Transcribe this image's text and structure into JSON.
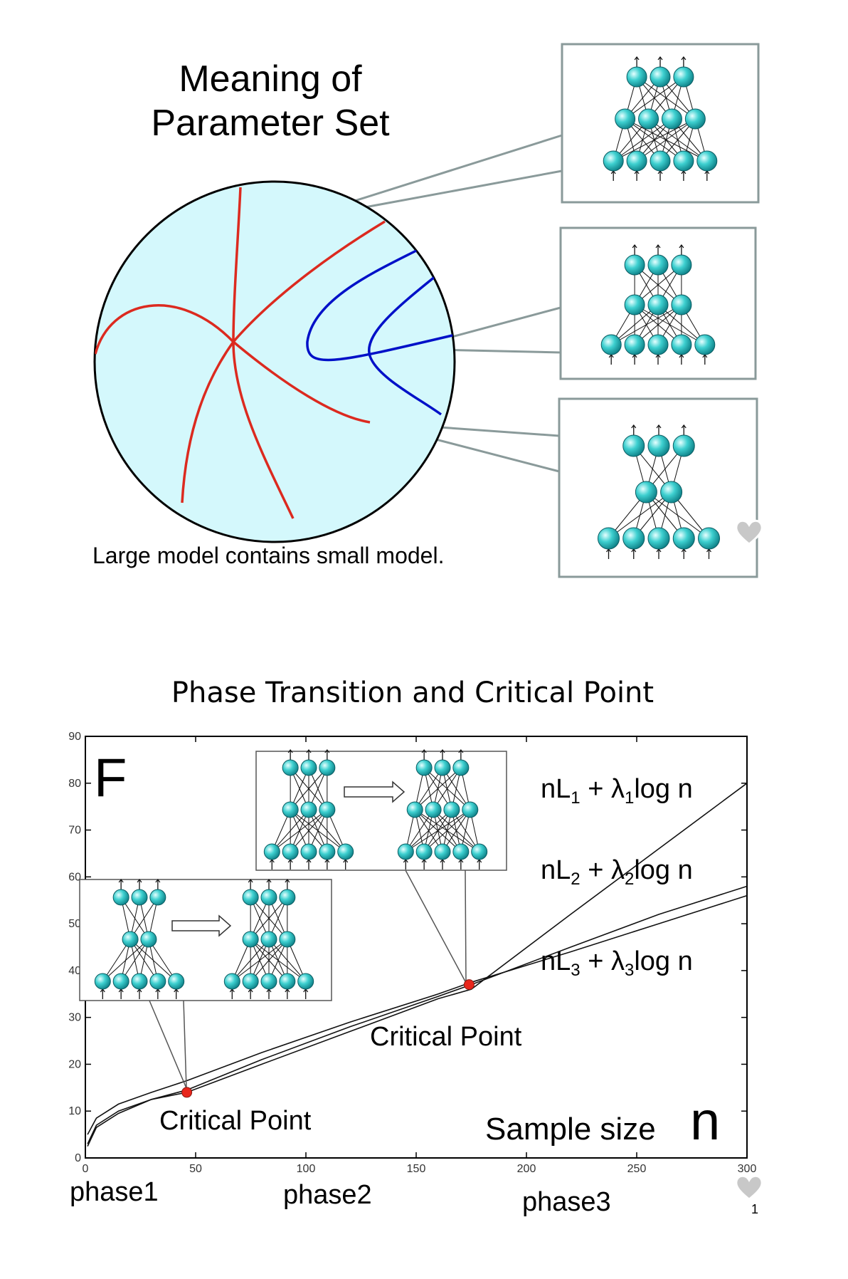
{
  "top_diagram": {
    "title_line1": "Meaning of",
    "title_line2": "Parameter Set",
    "caption": "Large model contains small model.",
    "networks": [
      {
        "inputs": 5,
        "hidden": 4,
        "outputs": 3,
        "hidden_layers": 1
      },
      {
        "inputs": 5,
        "hidden": 3,
        "outputs": 3,
        "hidden_layers": 1
      },
      {
        "inputs": 5,
        "hidden": 2,
        "outputs": 3,
        "hidden_layers": 1
      }
    ]
  },
  "bottom_chart": {
    "title": "Phase Transition and Critical Point",
    "y_axis_label": "F",
    "x_axis_label": "Sample size",
    "x_axis_symbol": "n",
    "x_ticks": [
      "0",
      "50",
      "100",
      "150",
      "200",
      "250",
      "300"
    ],
    "y_ticks": [
      "0",
      "10",
      "20",
      "30",
      "40",
      "50",
      "60",
      "70",
      "80",
      "90"
    ],
    "phases": [
      "phase1",
      "phase2",
      "phase3"
    ],
    "critical_label_1": "Critical  Point",
    "critical_label_2": "Critical  Point",
    "curve_labels": [
      {
        "n": "nL",
        "sub": "1",
        "plus": " + λ",
        "sub2": "1",
        "tail": "log n"
      },
      {
        "n": "nL",
        "sub": "2",
        "plus": " + λ",
        "sub2": "2",
        "tail": "log n"
      },
      {
        "n": "nL",
        "sub": "3",
        "plus": " + λ",
        "sub2": "3",
        "tail": "log n"
      }
    ]
  },
  "chart_data": {
    "type": "line",
    "title": "Phase Transition and Critical Point",
    "xlabel": "Sample size n",
    "ylabel": "F",
    "xlim": [
      0,
      300
    ],
    "ylim": [
      0,
      90
    ],
    "series": [
      {
        "name": "nL1 + λ1log n",
        "x": [
          1,
          5,
          15,
          30,
          46,
          80,
          120,
          160,
          175,
          220,
          260,
          300
        ],
        "y": [
          3,
          7,
          10,
          12.5,
          14,
          20,
          27,
          34,
          36,
          52,
          66,
          80
        ]
      },
      {
        "name": "nL2 + λ2log n",
        "x": [
          1,
          5,
          15,
          30,
          46,
          80,
          120,
          160,
          175,
          220,
          260,
          300
        ],
        "y": [
          2.5,
          6.5,
          9.5,
          12.5,
          14.5,
          21,
          28,
          34.5,
          37,
          45,
          52,
          58
        ]
      },
      {
        "name": "nL3 + λ3log n",
        "x": [
          1,
          5,
          15,
          30,
          46,
          80,
          120,
          160,
          175,
          220,
          260,
          300
        ],
        "y": [
          5,
          8.5,
          11.5,
          14,
          16.5,
          22.5,
          29,
          35,
          37.5,
          44,
          50,
          56
        ]
      }
    ],
    "critical_points": [
      {
        "x": 46,
        "y": 14
      },
      {
        "x": 174,
        "y": 37
      }
    ],
    "grid": false
  },
  "colors": {
    "disk_fill": "#d4f8fc",
    "red_curve": "#dc2a1f",
    "blue_curve": "#0010c8",
    "node_fill": "#2fc5c5",
    "critical_point": "#e8261c",
    "callout_border": "#8a9a9a",
    "heart": "#c8c8c8"
  },
  "page_number": "1"
}
